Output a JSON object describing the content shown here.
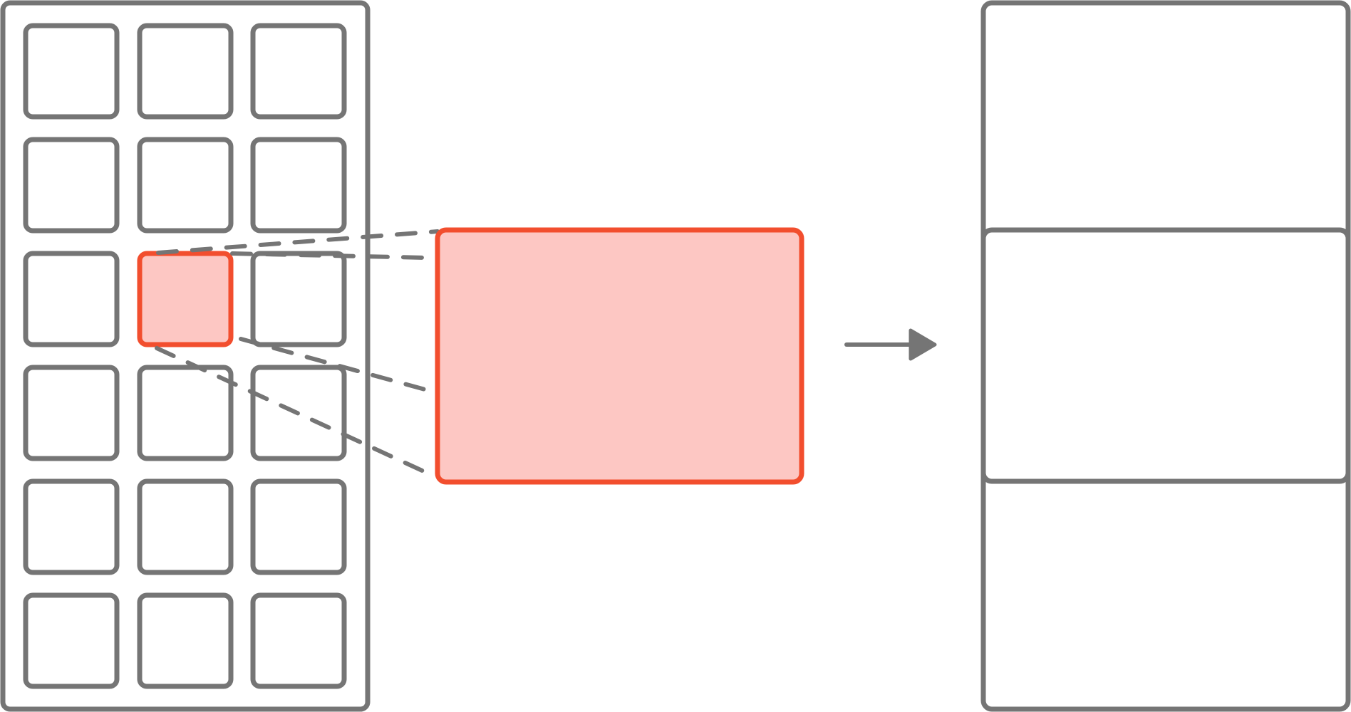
{
  "diagram": {
    "grid": {
      "rows": 6,
      "cols": 3,
      "highlighted_row": 3,
      "highlighted_col": 2
    },
    "right_panel": {
      "sections": 3,
      "highlighted_section": 2
    },
    "colors": {
      "stroke": "#757575",
      "highlight_stroke": "#f24e2e",
      "highlight_fill": "#fdc7c3",
      "background": "#ffffff"
    },
    "icons": [
      "arrow-right-icon"
    ]
  }
}
